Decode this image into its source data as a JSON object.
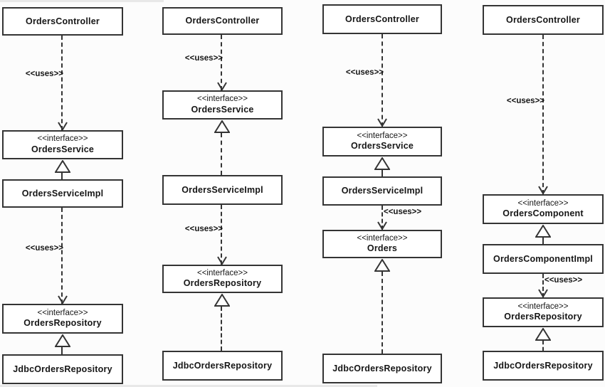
{
  "diagram": {
    "description": "Four alternative UML layering diagrams for an Orders feature",
    "stereotype_label": "<<interface>>",
    "uses_label": "<<uses>>",
    "colors": {
      "line": "#343434",
      "box_fill": "#ffffff",
      "text": "#161616",
      "background": "#fcfcfc"
    },
    "columns": [
      {
        "top": "OrdersController",
        "iface1": "OrdersService",
        "impl": "OrdersServiceImpl",
        "iface2": "OrdersRepository",
        "bottom": "JdbcOrdersRepository"
      },
      {
        "top": "OrdersController",
        "iface1": "OrdersService",
        "impl": "OrdersServiceImpl",
        "iface2": "OrdersRepository",
        "bottom": "JdbcOrdersRepository"
      },
      {
        "top": "OrdersController",
        "iface1": "OrdersService",
        "impl": "OrdersServiceImpl",
        "iface2": "Orders",
        "bottom": "JdbcOrdersRepository"
      },
      {
        "top": "OrdersController",
        "iface1": "OrdersComponent",
        "impl": "OrdersComponentImpl",
        "iface2": "OrdersRepository",
        "bottom": "JdbcOrdersRepository"
      }
    ]
  }
}
